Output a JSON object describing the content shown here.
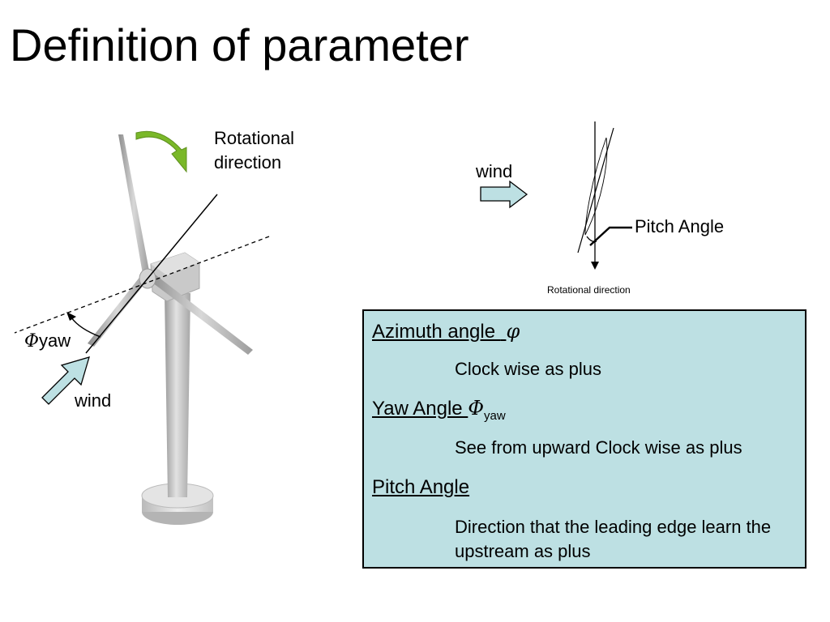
{
  "slide": {
    "title": "Definition of parameter"
  },
  "turbine_diagram": {
    "rotation_label": "Rotational\ndirection",
    "yaw_symbol": "Φ",
    "yaw_label": "yaw",
    "wind_label": "wind"
  },
  "pitch_diagram": {
    "wind_label": "wind",
    "pitch_label": "Pitch Angle",
    "rotational_label": "Rotational direction"
  },
  "definitions": {
    "azimuth_heading": "Azimuth angle ",
    "azimuth_symbol": "φ",
    "azimuth_desc": "Clock wise as plus",
    "yaw_heading": "Yaw Angle ",
    "yaw_symbol": "Φ",
    "yaw_sub": "yaw",
    "yaw_desc": "See from upward Clock wise as plus",
    "pitch_heading": "Pitch Angle",
    "pitch_desc": "Direction that the leading edge learn the upstream as plus"
  },
  "colors": {
    "rotation_arrow": "#7ab829",
    "wind_arrow": "#bde0e3",
    "box_background": "#bde0e3"
  }
}
